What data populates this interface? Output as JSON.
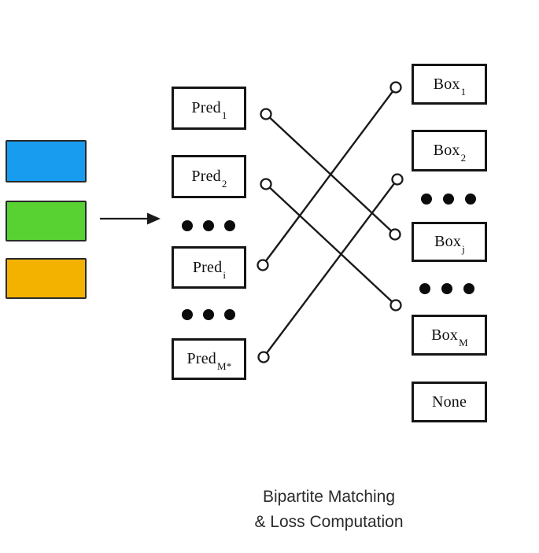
{
  "diagram": {
    "caption": {
      "line1": "Bipartite Matching",
      "line2": "& Loss Computation"
    },
    "input_patches": [
      {
        "name": "blue-patch",
        "color": "#189CF0"
      },
      {
        "name": "green-patch",
        "color": "#58D232"
      },
      {
        "name": "orange-patch",
        "color": "#F4B200"
      }
    ],
    "arrow": {
      "direction": "right"
    },
    "pred_column": {
      "items": [
        {
          "base": "Pred",
          "sub": "1"
        },
        {
          "base": "Pred",
          "sub": "2"
        },
        {
          "base": "Pred",
          "sub": "i"
        },
        {
          "base": "Pred",
          "sub": "M*"
        }
      ],
      "ellipsis": "•••"
    },
    "box_column": {
      "items": [
        {
          "base": "Box",
          "sub": "1"
        },
        {
          "base": "Box",
          "sub": "2"
        },
        {
          "base": "Box",
          "sub": "j"
        },
        {
          "base": "Box",
          "sub": "M"
        },
        {
          "base": "None",
          "sub": ""
        }
      ],
      "ellipsis": "•••"
    },
    "matching_edges": [
      {
        "from": "Pred1",
        "to": "Boxj"
      },
      {
        "from": "Pred2",
        "to": "BoxM"
      },
      {
        "from": "Predi",
        "to": "Box1"
      },
      {
        "from": "PredM*",
        "to": "Box2"
      }
    ],
    "icons": {
      "arrow": "right-arrow-icon",
      "connector": "open-circle-node",
      "ellipsis_glyph": "•"
    },
    "line_color": "#1a1a1a"
  }
}
